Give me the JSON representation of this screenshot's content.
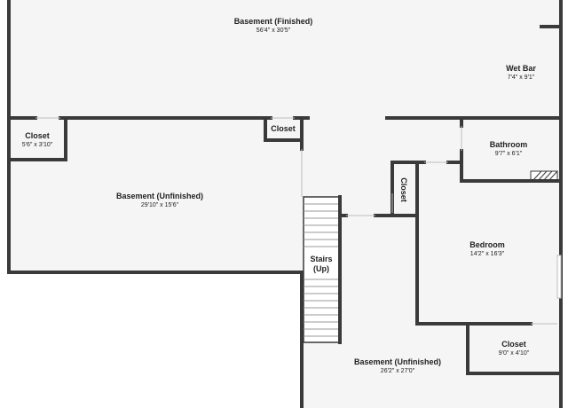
{
  "rooms": {
    "basement_finished": {
      "name": "Basement (Finished)",
      "dims": "56'4\" x 30'5\""
    },
    "wet_bar": {
      "name": "Wet Bar",
      "dims": "7'4\" x 9'1\""
    },
    "closet_left": {
      "name": "Closet",
      "dims": "5'6\" x 3'10\""
    },
    "closet_mid": {
      "name": "Closet"
    },
    "bathroom": {
      "name": "Bathroom",
      "dims": "9'7\" x 6'1\""
    },
    "closet_vertical": {
      "name": "Closet"
    },
    "basement_unfinished_left": {
      "name": "Basement (Unfinished)",
      "dims": "29'10\" x 15'6\""
    },
    "stairs": {
      "name_line1": "Stairs",
      "name_line2": "(Up)"
    },
    "bedroom": {
      "name": "Bedroom",
      "dims": "14'2\" x 16'3\""
    },
    "closet_bottom": {
      "name": "Closet",
      "dims": "9'0\" x 4'10\""
    },
    "basement_unfinished_bottom": {
      "name": "Basement (Unfinished)",
      "dims": "26'2\" x 27'0\""
    }
  },
  "colors": {
    "floor": "#f5f5f5",
    "wall": "#3a3a3a",
    "background": "#ffffff"
  }
}
